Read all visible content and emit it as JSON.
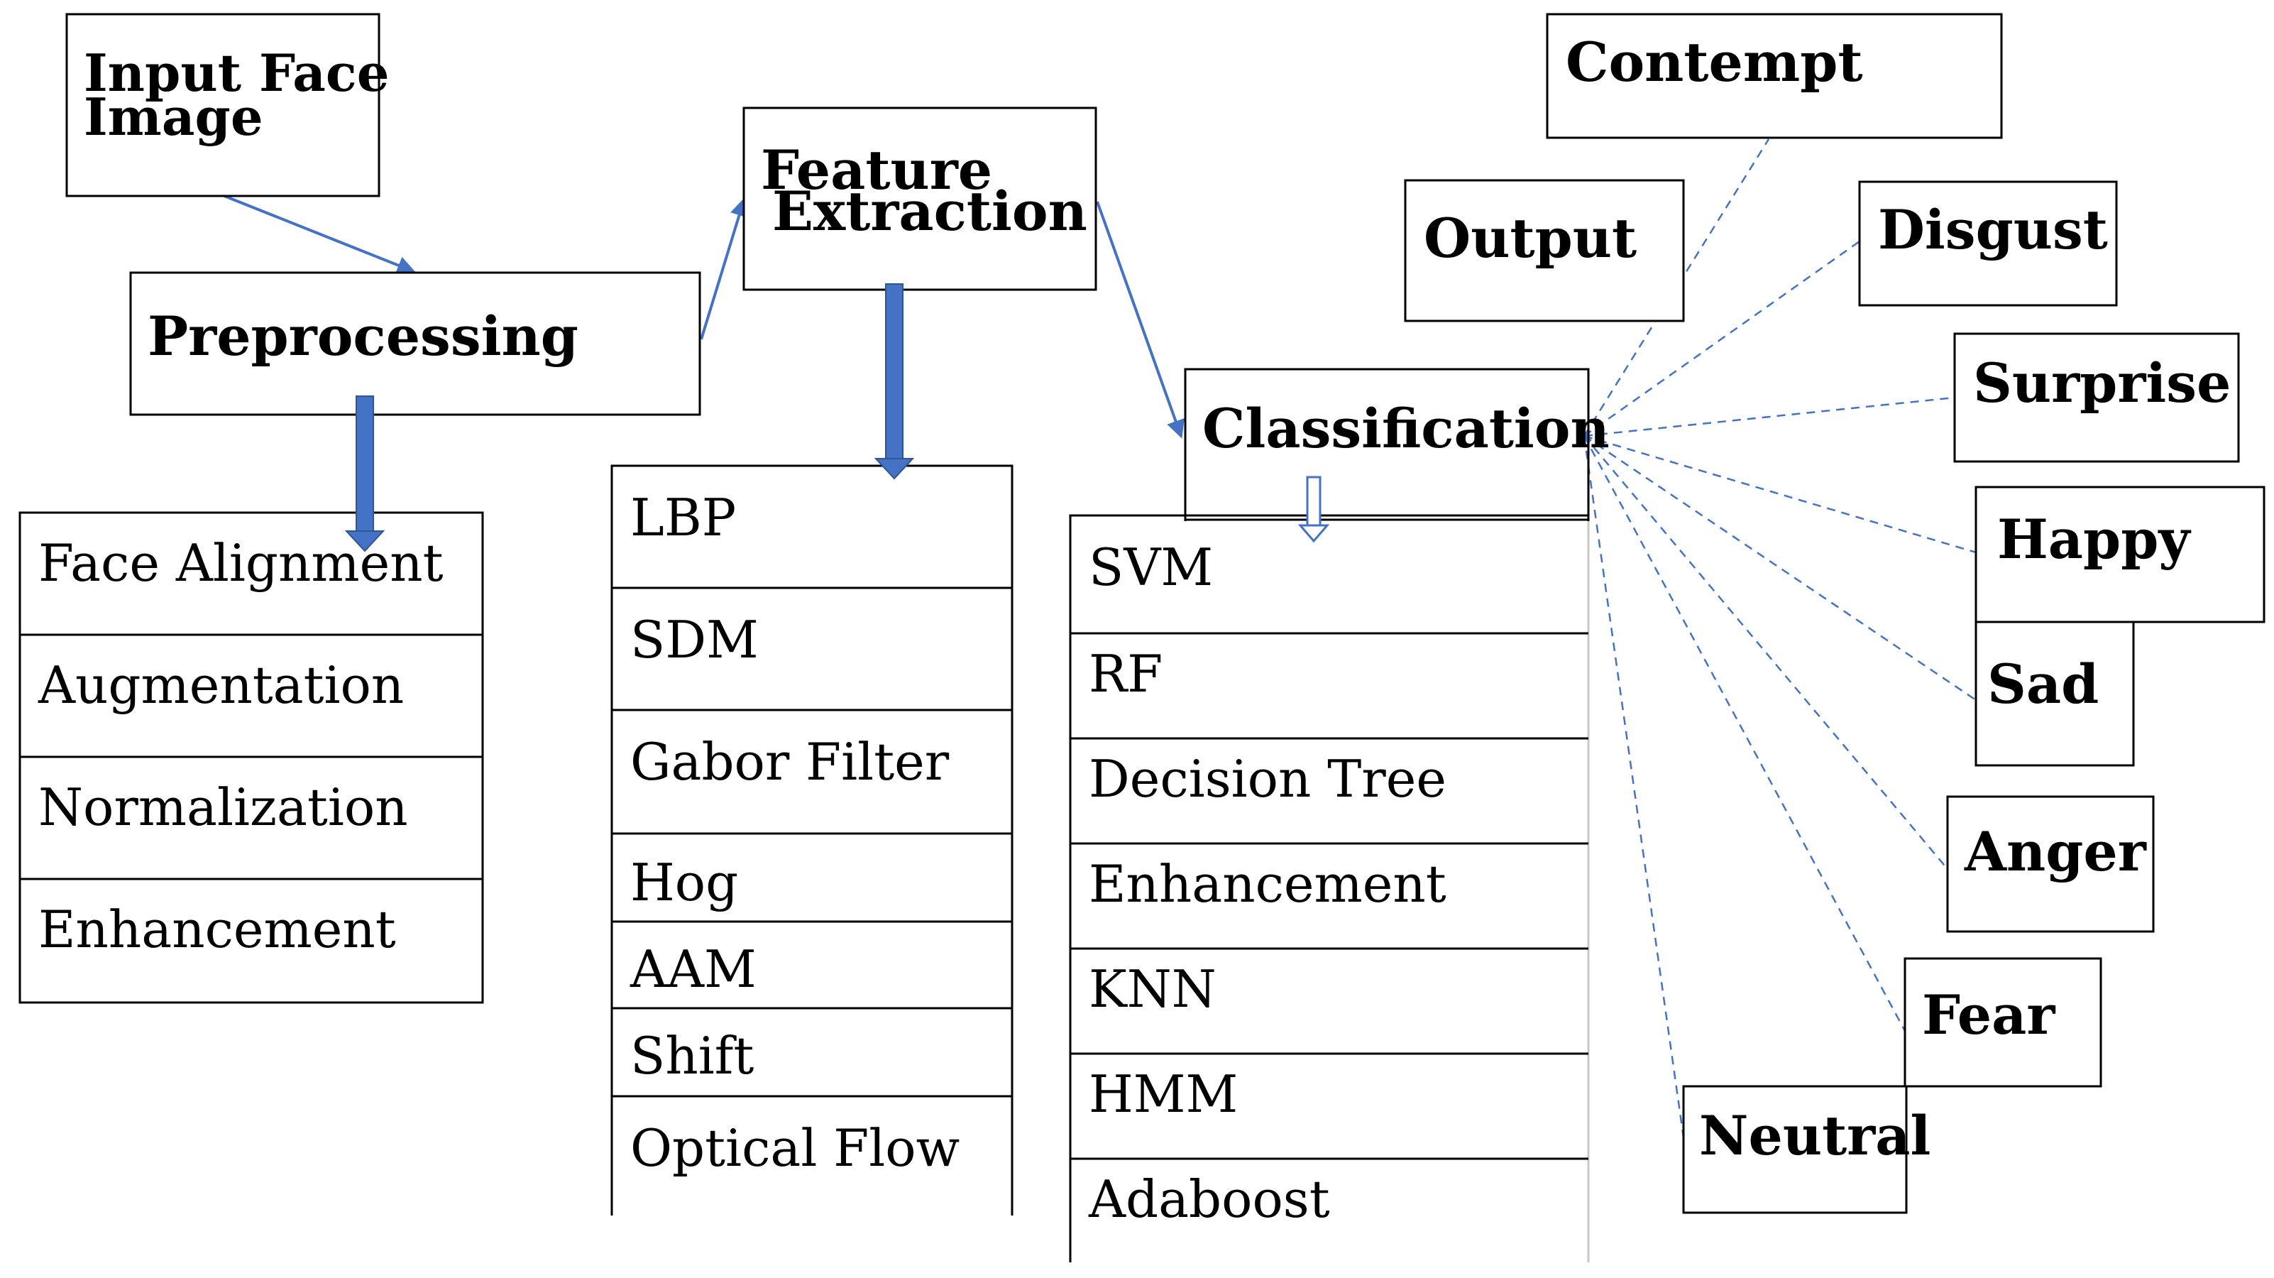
{
  "nodes": {
    "input": {
      "line1": "Input Face",
      "line2": "Image"
    },
    "preprocessing": "Preprocessing",
    "feature": {
      "line1": "Feature",
      "line2": "Extraction"
    },
    "classification": "Classification",
    "output": "Output"
  },
  "preprocessing_steps": [
    "Face Alignment",
    "Augmentation",
    "Normalization",
    "Enhancement"
  ],
  "feature_methods": [
    "LBP",
    "SDM",
    "Gabor Filter",
    "Hog",
    "AAM",
    "Shift",
    "Optical Flow"
  ],
  "classifiers": [
    "SVM",
    "RF",
    "Decision  Tree",
    "Enhancement",
    "KNN",
    "HMM",
    "Adaboost"
  ],
  "emotions": {
    "contempt": "Contempt",
    "disgust": "Disgust",
    "surprise": "Surprise",
    "happy": "Happy",
    "sad": "Sad",
    "anger": "Anger",
    "fear": "Fear",
    "neutral": "Neutral"
  },
  "colors": {
    "arrow": "#4472c4",
    "border": "#000000"
  }
}
